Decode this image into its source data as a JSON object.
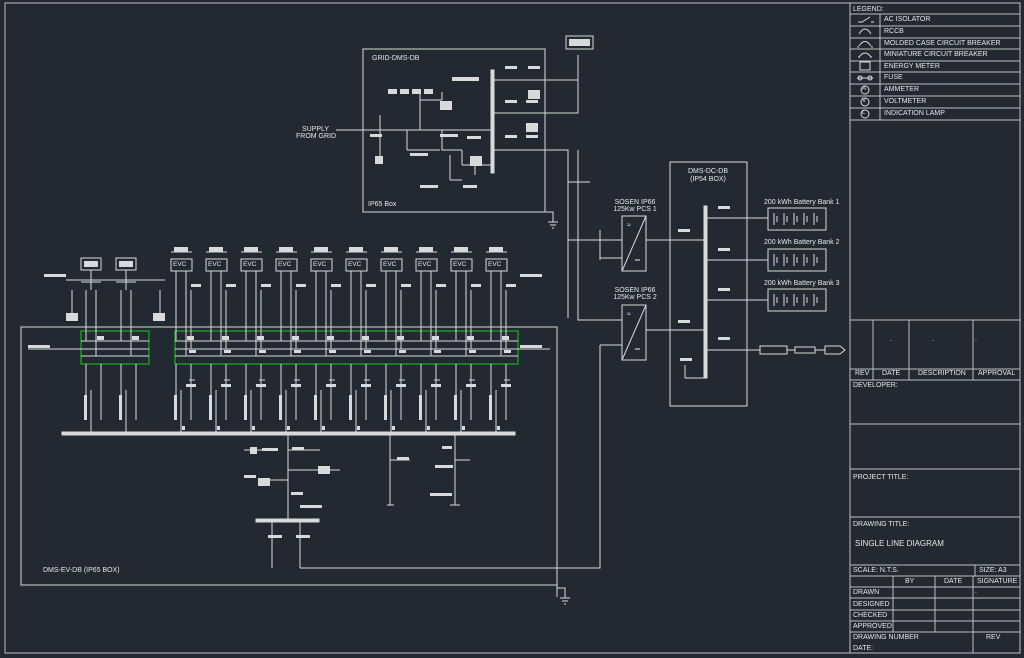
{
  "legend": {
    "title": "LEGEND:",
    "items": [
      {
        "icon": "ac-isolator-icon",
        "label": "AC ISOLATOR"
      },
      {
        "icon": "rccb-icon",
        "label": "RCCB"
      },
      {
        "icon": "mccb-icon",
        "label": "MOLDED CASE CIRCUIT BREAKER"
      },
      {
        "icon": "mcb-icon",
        "label": "MINIATURE CIRCUIT BREAKER"
      },
      {
        "icon": "energy-meter-icon",
        "label": "ENERGY METER"
      },
      {
        "icon": "fuse-icon",
        "label": "FUSE"
      },
      {
        "icon": "ammeter-icon",
        "label": "AMMETER",
        "glyph": "A"
      },
      {
        "icon": "voltmeter-icon",
        "label": "VOLTMETER",
        "glyph": "V"
      },
      {
        "icon": "indication-lamp-icon",
        "label": "INDICATION LAMP",
        "glyph": "L"
      }
    ]
  },
  "revision_table": {
    "cells": [
      ".",
      ".",
      "."
    ],
    "headers": [
      "REV",
      "DATE",
      "DESCRIPTION",
      "APPROVAL"
    ]
  },
  "title_block": {
    "developer_label": "DEVELOPER:",
    "project_title_label": "PROJECT TITLE:",
    "drawing_title_label": "DRAWING TITLE:",
    "drawing_title": "SINGLE LINE DIAGRAM",
    "scale": "SCALE: N.T.S.",
    "size": "SIZE: A3",
    "by": "BY",
    "date": "DATE",
    "signature": "SIGNATURE",
    "rows": [
      "DRAWN",
      "DESIGNED",
      "CHECKED",
      "APPROVED"
    ],
    "drawing_number": "DRAWING NUMBER",
    "date_label": "DATE:",
    "rev": "REV",
    "dot": "."
  },
  "diagram": {
    "grid_db_title": "GRID-DMS-DB",
    "grid_db_rating": "IP65 Box",
    "supply_label_1": "SUPPLY",
    "supply_label_2": "FROM GRID",
    "pcs1_line1": "SOSEN IP66",
    "pcs1_line2": "125Kw PCS 1",
    "pcs2_line1": "SOSEN IP66",
    "pcs2_line2": "125Kw PCS 2",
    "dc_db_title": "DMS-DC-DB",
    "dc_db_rating": "(IP54 BOX)",
    "battery_banks": [
      "200 kWh Battery Bank 1",
      "200 kWh Battery Bank 2",
      "200 kWh Battery Bank 3"
    ],
    "ev_db_title": "DMS-EV-DB    (IP65 BOX)",
    "evc_label": "EVC",
    "evc_count": 10,
    "pcs_symbol_ac": "≈",
    "pcs_symbol_dc": "═"
  },
  "colors": {
    "background": "#222933",
    "line": "#e6e6e6",
    "highlight": "#1e9e1e"
  }
}
